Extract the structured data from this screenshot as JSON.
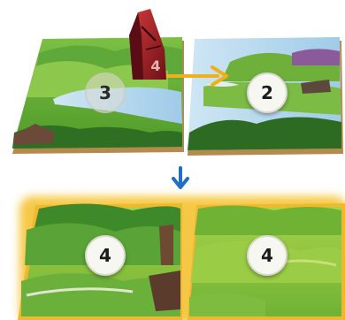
{
  "top_row": {
    "left_tile": {
      "number": "3"
    },
    "right_tile": {
      "number": "2"
    },
    "mountain_piece": {
      "number": "4",
      "icon": "mountain-token-icon",
      "color": "#b0202a"
    },
    "move_arrow": {
      "icon": "arrow-right-icon",
      "color": "#f0b01a"
    }
  },
  "transition_arrow": {
    "icon": "arrow-down-icon",
    "color": "#1f6fc7"
  },
  "bottom_row": {
    "left_tile": {
      "number": "4"
    },
    "right_tile": {
      "number": "4"
    },
    "highlight_color": "#f5c232"
  }
}
